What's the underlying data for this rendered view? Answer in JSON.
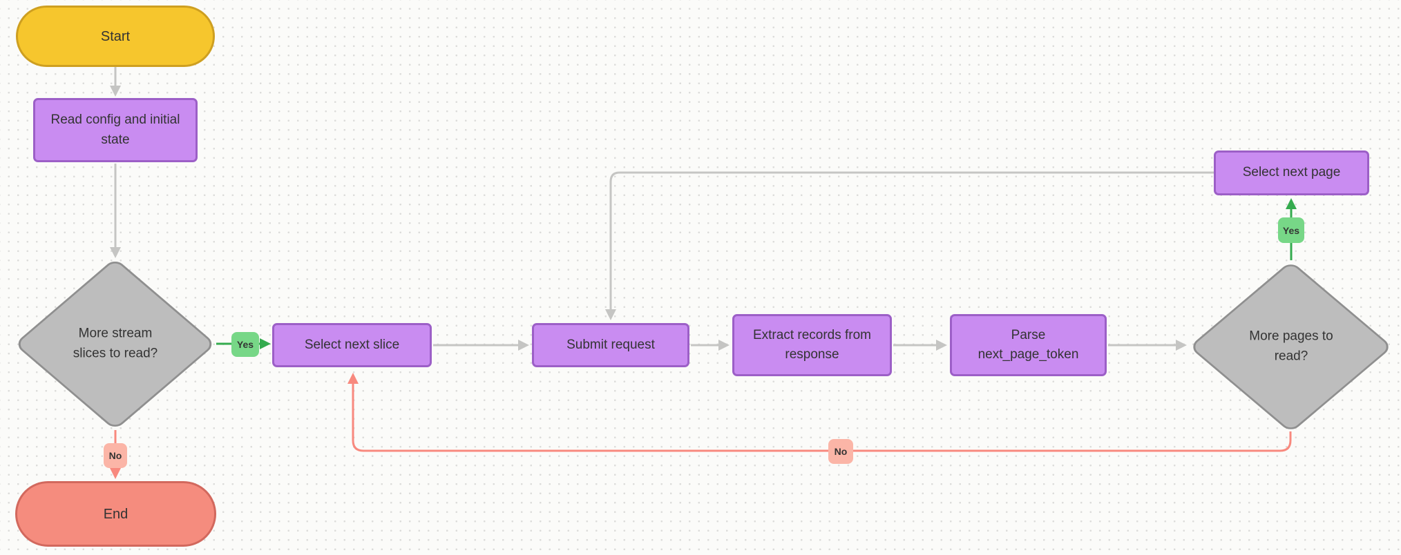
{
  "diagram": {
    "nodes": {
      "start": {
        "label": "Start",
        "type": "terminator"
      },
      "read_config": {
        "label": "Read config and initial state",
        "type": "process"
      },
      "more_slices": {
        "label": "More stream slices to read?",
        "type": "decision"
      },
      "select_next_slice": {
        "label": "Select next slice",
        "type": "process"
      },
      "submit_request": {
        "label": "Submit request",
        "type": "process"
      },
      "extract_records": {
        "label": "Extract records from response",
        "type": "process"
      },
      "parse_token": {
        "label": "Parse next_page_token",
        "type": "process"
      },
      "more_pages": {
        "label": "More pages to read?",
        "type": "decision"
      },
      "select_next_page": {
        "label": "Select next page",
        "type": "process"
      },
      "end": {
        "label": "End",
        "type": "terminator"
      }
    },
    "edge_labels": {
      "yes_slices": "Yes",
      "no_slices": "No",
      "yes_pages": "Yes",
      "no_pages": "No"
    },
    "colors": {
      "background": "#FBFBF9",
      "grid_dot": "#DCDCDA",
      "text": "#333333",
      "terminator_start_fill": "#F6C62D",
      "terminator_start_border": "#CE9F20",
      "terminator_end_fill": "#F58C7E",
      "terminator_end_border": "#D2685D",
      "process_fill": "#C98CF1",
      "process_border": "#9C5FC7",
      "decision_fill": "#BDBDBD",
      "decision_border": "#8F8F8F",
      "edge_gray": "#C5C5C3",
      "edge_green": "#34AB4E",
      "edge_red": "#F8897E",
      "badge_green": "#77D787",
      "badge_red": "#FBB5A7"
    }
  }
}
